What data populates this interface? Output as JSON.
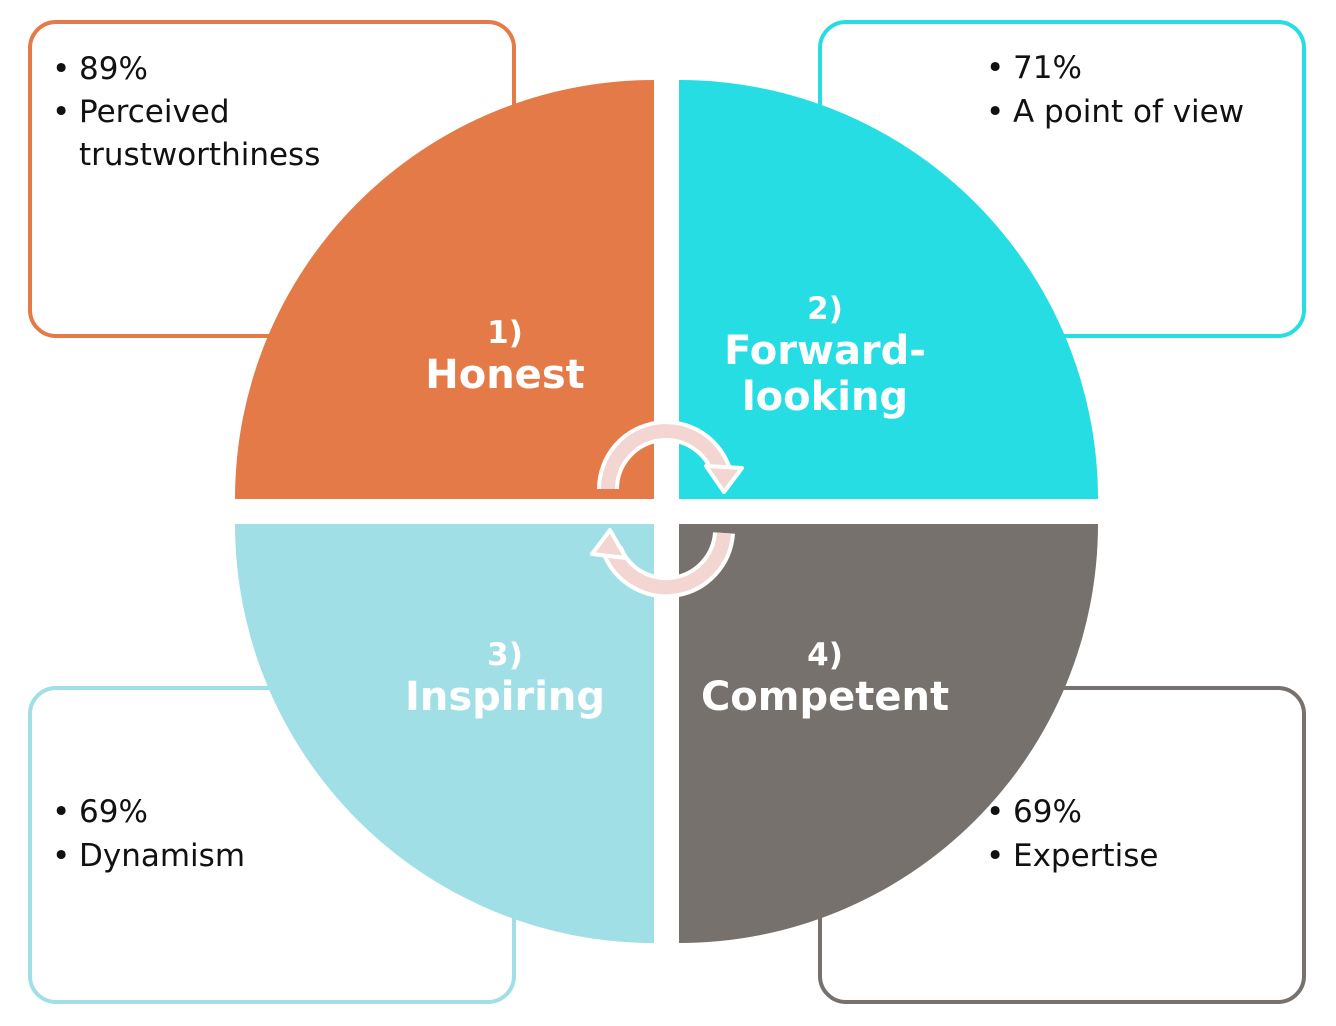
{
  "quadrants": [
    {
      "id": "honest",
      "number": "1)",
      "title": "Honest",
      "color": "#E47A48",
      "bullets": [
        "89%",
        "Perceived trustworthiness"
      ]
    },
    {
      "id": "forward-looking",
      "number": "2)",
      "title": "Forward-looking",
      "title_lines": [
        "Forward-",
        "looking"
      ],
      "color": "#26DDE3",
      "bullets": [
        "71%",
        "A point of view"
      ]
    },
    {
      "id": "inspiring",
      "number": "3)",
      "title": "Inspiring",
      "color": "#A0DFE5",
      "bullets": [
        "69%",
        "Dynamism"
      ]
    },
    {
      "id": "competent",
      "number": "4)",
      "title": "Competent",
      "color": "#76716C",
      "bullets": [
        "69%",
        "Expertise"
      ]
    }
  ],
  "center_arrows": {
    "color": "#F3D6D1"
  }
}
